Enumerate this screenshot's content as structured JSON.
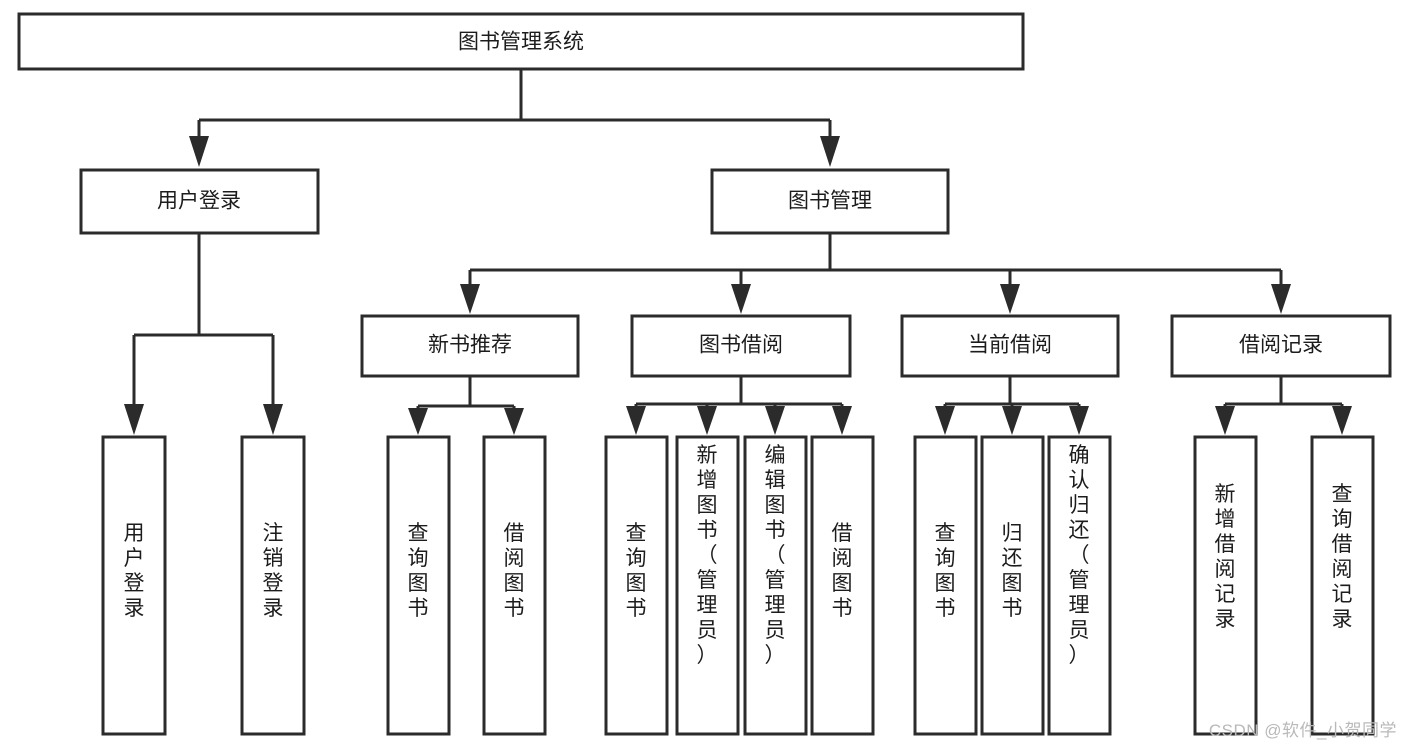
{
  "diagram": {
    "type": "tree-hierarchy-chart",
    "title": "图书管理系统",
    "orientation": "top-down",
    "box_fill": "#ffffff",
    "box_stroke": "#2b2b2b",
    "text_color": "#1c1c1c",
    "levels": [
      {
        "level": 1,
        "nodes": [
          {
            "id": "root",
            "label": "图书管理系统",
            "text_orientation": "horizontal"
          }
        ]
      },
      {
        "level": 2,
        "nodes": [
          {
            "id": "login",
            "label": "用户登录",
            "text_orientation": "horizontal",
            "parent": "root"
          },
          {
            "id": "bookmgmt",
            "label": "图书管理",
            "text_orientation": "horizontal",
            "parent": "root"
          }
        ]
      },
      {
        "level": 3,
        "nodes": [
          {
            "id": "newbook",
            "label": "新书推荐",
            "text_orientation": "horizontal",
            "parent": "bookmgmt"
          },
          {
            "id": "borrow",
            "label": "图书借阅",
            "text_orientation": "horizontal",
            "parent": "bookmgmt"
          },
          {
            "id": "current",
            "label": "当前借阅",
            "text_orientation": "horizontal",
            "parent": "bookmgmt"
          },
          {
            "id": "record",
            "label": "借阅记录",
            "text_orientation": "horizontal",
            "parent": "bookmgmt"
          }
        ]
      },
      {
        "level": 4,
        "nodes": [
          {
            "id": "leaf1",
            "label": "用户登录",
            "text_orientation": "vertical",
            "parent": "login"
          },
          {
            "id": "leaf2",
            "label": "注销登录",
            "text_orientation": "vertical",
            "parent": "login"
          },
          {
            "id": "leaf3",
            "label": "查询图书",
            "text_orientation": "vertical",
            "parent": "newbook"
          },
          {
            "id": "leaf4",
            "label": "借阅图书",
            "text_orientation": "vertical",
            "parent": "newbook"
          },
          {
            "id": "leaf5",
            "label": "查询图书",
            "text_orientation": "vertical",
            "parent": "borrow"
          },
          {
            "id": "leaf6",
            "label": "新增图书（管理员）",
            "text_orientation": "vertical",
            "parent": "borrow"
          },
          {
            "id": "leaf7",
            "label": "编辑图书（管理员）",
            "text_orientation": "vertical",
            "parent": "borrow"
          },
          {
            "id": "leaf8",
            "label": "借阅图书",
            "text_orientation": "vertical",
            "parent": "borrow"
          },
          {
            "id": "leaf9",
            "label": "查询图书",
            "text_orientation": "vertical",
            "parent": "current"
          },
          {
            "id": "leaf10",
            "label": "归还图书",
            "text_orientation": "vertical",
            "parent": "current"
          },
          {
            "id": "leaf11",
            "label": "确认归还（管理员）",
            "text_orientation": "vertical",
            "parent": "current"
          },
          {
            "id": "leaf12",
            "label": "新增借阅记录",
            "text_orientation": "vertical",
            "parent": "record"
          },
          {
            "id": "leaf13",
            "label": "查询借阅记录",
            "text_orientation": "vertical",
            "parent": "record"
          }
        ]
      }
    ]
  },
  "watermark": {
    "text": "CSDN @软件_小贺同学"
  }
}
